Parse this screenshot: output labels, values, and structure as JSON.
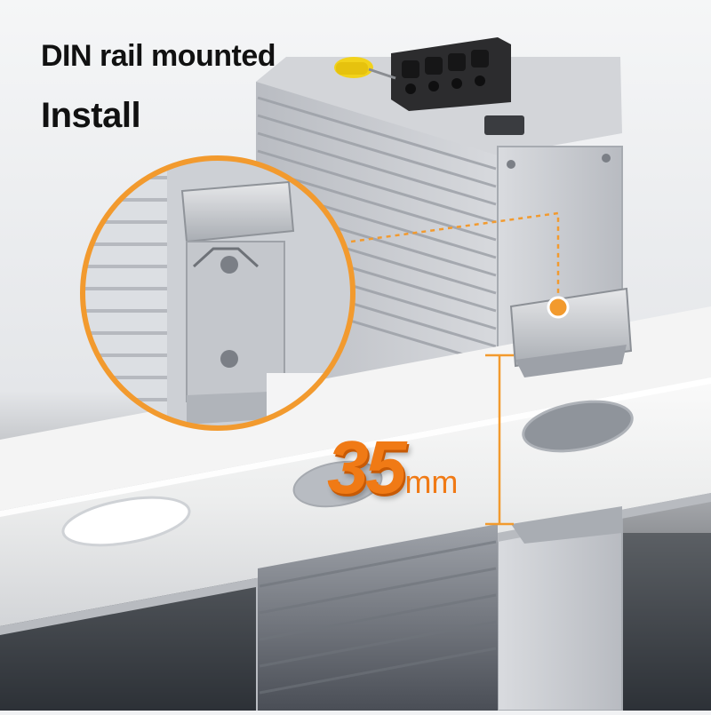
{
  "heading": {
    "line1": "DIN rail mounted",
    "line2": "Install"
  },
  "dimension": {
    "value": "35",
    "unit": "mm"
  },
  "colors": {
    "accent": "#f29a2e",
    "accent_dark": "#c75a05",
    "housing": "#c9ccd1",
    "rail": "#e9eaec",
    "terminal": "#2c2c2e",
    "lug": "#f2d21b"
  }
}
